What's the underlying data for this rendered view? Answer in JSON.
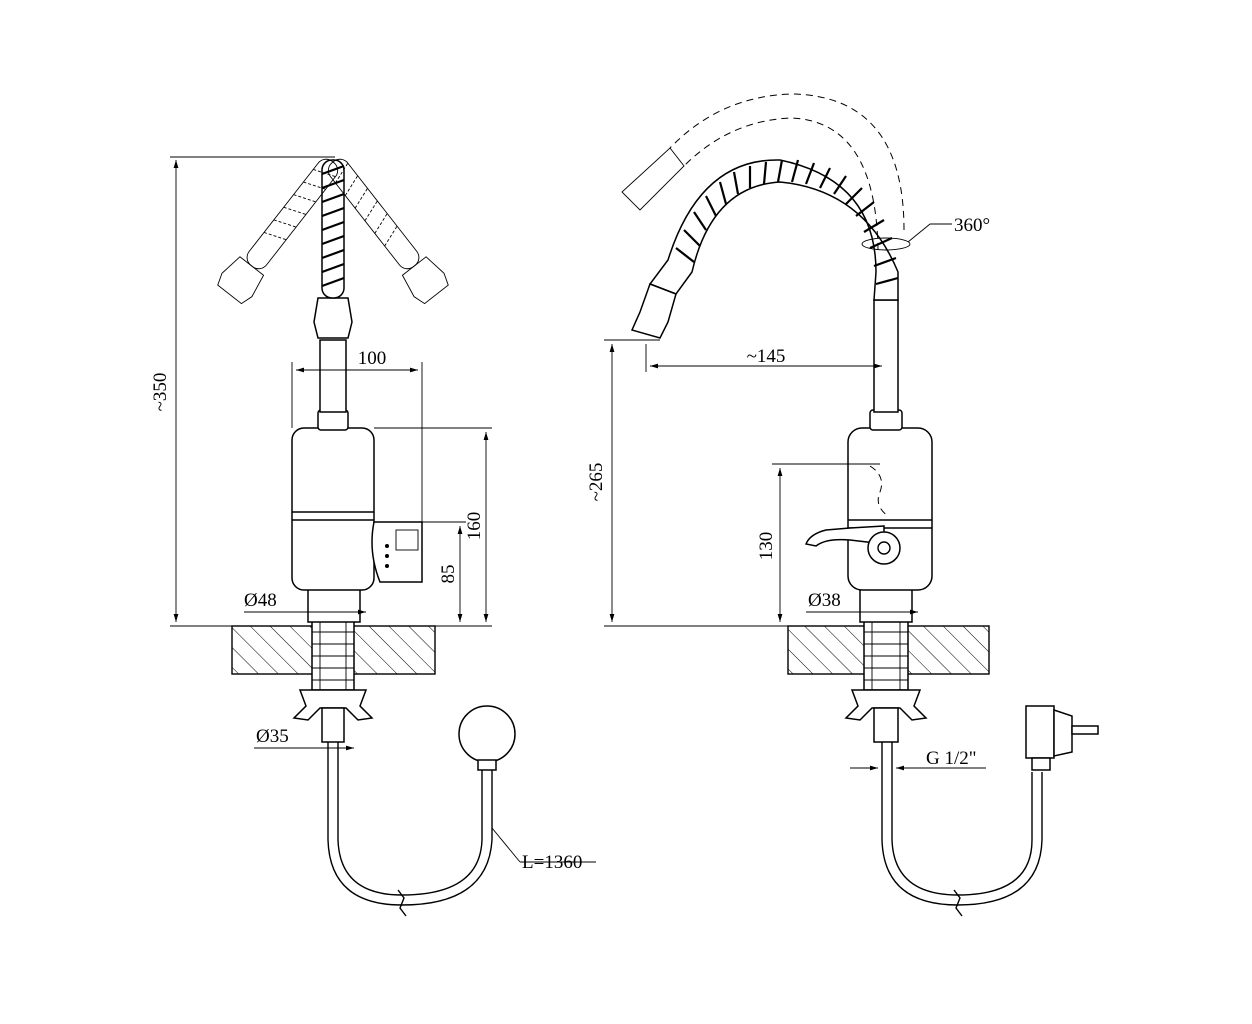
{
  "drawing": {
    "front_view": {
      "height_total": "~350",
      "width_body": "100",
      "height_body": "160",
      "height_outlet": "85",
      "diameter_base": "Ø48",
      "diameter_shank": "Ø35",
      "cable_length": "L=1360"
    },
    "side_view": {
      "rotation": "360°",
      "reach": "~145",
      "spout_height": "~265",
      "lever_height": "130",
      "diameter_base": "Ø38",
      "thread": "G 1/2\""
    }
  }
}
